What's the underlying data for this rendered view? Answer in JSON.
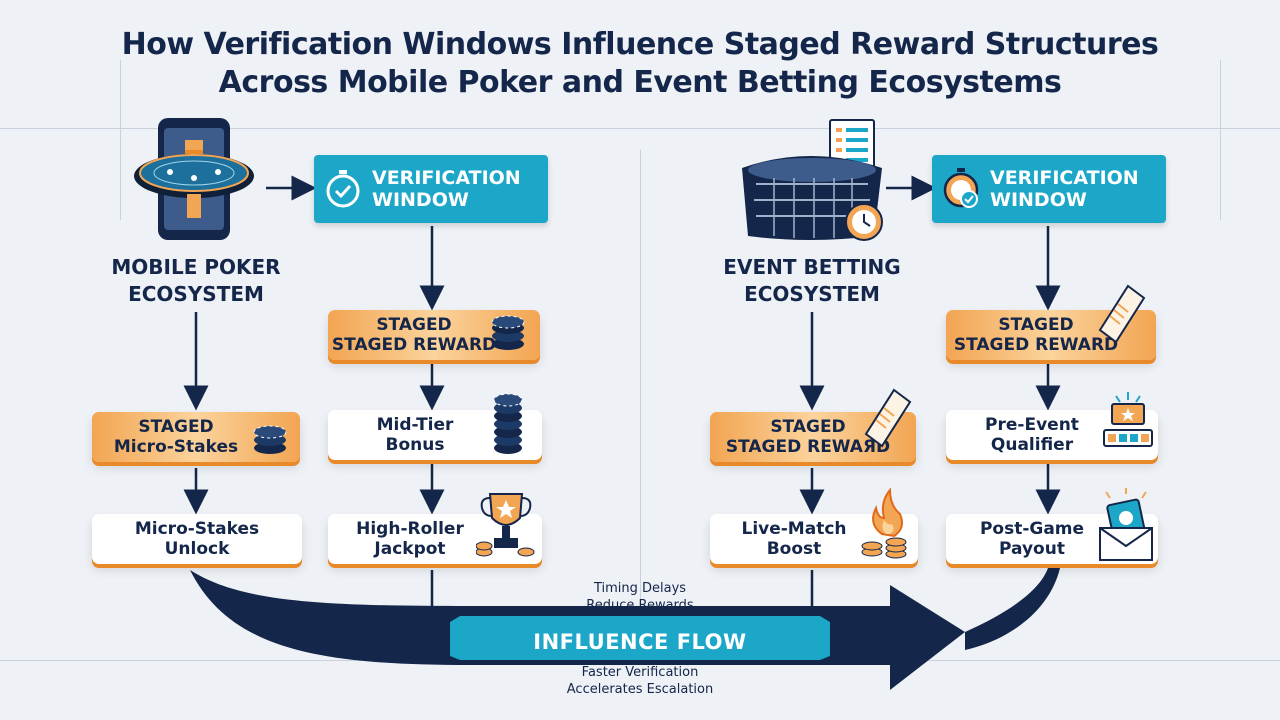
{
  "title": {
    "line1": "How Verification Windows Influence Staged Reward Structures",
    "line2": "Across Mobile Poker and Event Betting Ecosystems"
  },
  "poker": {
    "label_line1": "MOBILE POKER",
    "label_line2": "ECOSYSTEM",
    "verification_line1": "VERIFICATION",
    "verification_line2": "WINDOW",
    "staged_reward_line1": "STAGED",
    "staged_reward_line2": "STAGED REWARD",
    "micro_stakes_line1": "STAGED",
    "micro_stakes_line2": "Micro-Stakes",
    "mid_tier_line1": "Mid-Tier",
    "mid_tier_line2": "Bonus",
    "unlock_line1": "Micro-Stakes",
    "unlock_line2": "Unlock",
    "jackpot_line1": "High-Roller",
    "jackpot_line2": "Jackpot"
  },
  "event": {
    "label_line1": "EVENT BETTING",
    "label_line2": "ECOSYSTEM",
    "verification_line1": "VERIFICATION",
    "verification_line2": "WINDOW",
    "staged_reward_line1": "STAGED",
    "staged_reward_line2": "STAGED REWARD",
    "staged_left_line1": "STAGED",
    "staged_left_line2": "STAGED REWAЯD",
    "pre_event_line1": "Pre-Event",
    "pre_event_line2": "Qualifier",
    "live_match_line1": "Live-Match",
    "live_match_line2": "Boost",
    "post_game_line1": "Post-Game",
    "post_game_line2": "Payout"
  },
  "flow": {
    "label": "INFLUENCE FLOW",
    "note_top_line1": "Timing Delays",
    "note_top_line2": "Reduce Rewards",
    "note_bottom_line1": "Faster Verification",
    "note_bottom_line2": "Accelerates Escalation"
  },
  "colors": {
    "navy": "#14264a",
    "teal": "#1ca7c9",
    "orange": "#f2a552",
    "background": "#eef1f5"
  }
}
